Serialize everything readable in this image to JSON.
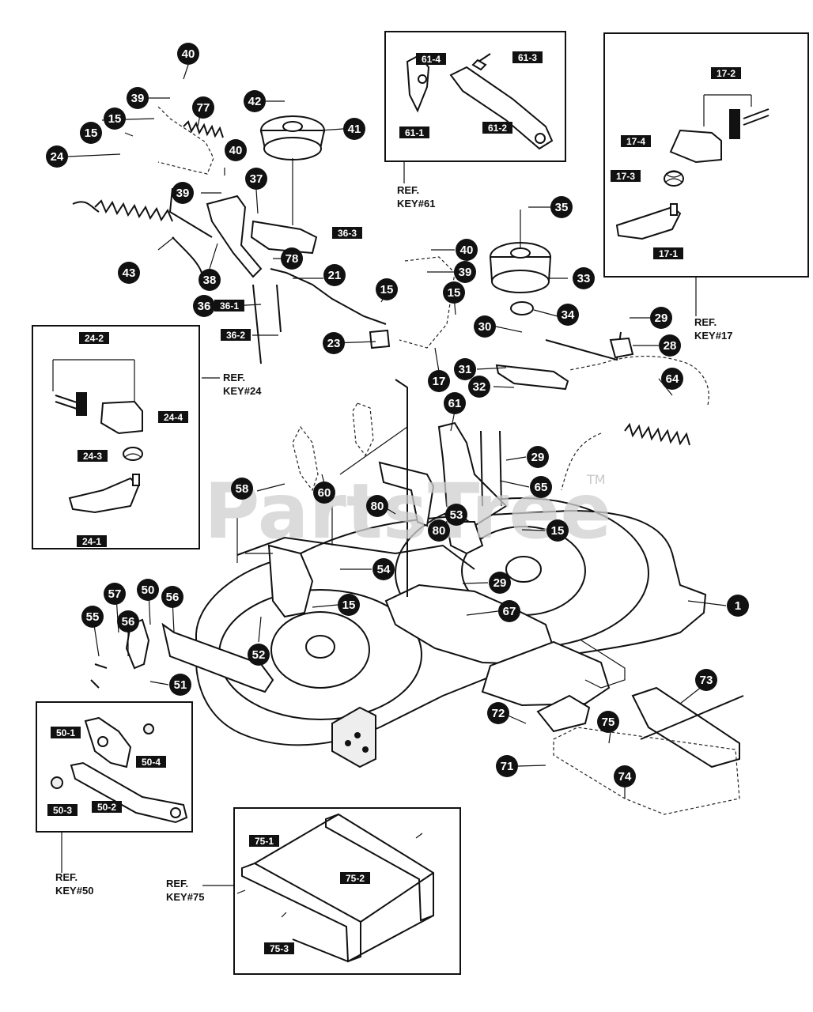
{
  "watermark": {
    "text": "PartsTree",
    "tm": "TM"
  },
  "callouts": [
    {
      "id": "c40a",
      "label": "40"
    },
    {
      "id": "c39a",
      "label": "39"
    },
    {
      "id": "c77",
      "label": "77"
    },
    {
      "id": "c15a",
      "label": "15"
    },
    {
      "id": "c15b",
      "label": "15"
    },
    {
      "id": "c24",
      "label": "24"
    },
    {
      "id": "c42",
      "label": "42"
    },
    {
      "id": "c41",
      "label": "41"
    },
    {
      "id": "c40b",
      "label": "40"
    },
    {
      "id": "c37",
      "label": "37"
    },
    {
      "id": "c39b",
      "label": "39"
    },
    {
      "id": "c43",
      "label": "43"
    },
    {
      "id": "c38",
      "label": "38"
    },
    {
      "id": "c78",
      "label": "78"
    },
    {
      "id": "c21",
      "label": "21"
    },
    {
      "id": "c36",
      "label": "36"
    },
    {
      "id": "c23",
      "label": "23"
    },
    {
      "id": "c40c",
      "label": "40"
    },
    {
      "id": "c39c",
      "label": "39"
    },
    {
      "id": "c15c",
      "label": "15"
    },
    {
      "id": "c15d",
      "label": "15"
    },
    {
      "id": "c17",
      "label": "17"
    },
    {
      "id": "c35",
      "label": "35"
    },
    {
      "id": "c33",
      "label": "33"
    },
    {
      "id": "c34",
      "label": "34"
    },
    {
      "id": "c30",
      "label": "30"
    },
    {
      "id": "c31",
      "label": "31"
    },
    {
      "id": "c32",
      "label": "32"
    },
    {
      "id": "c29a",
      "label": "29"
    },
    {
      "id": "c28",
      "label": "28"
    },
    {
      "id": "c64",
      "label": "64"
    },
    {
      "id": "c61",
      "label": "61"
    },
    {
      "id": "c29b",
      "label": "29"
    },
    {
      "id": "c65",
      "label": "65"
    },
    {
      "id": "c58",
      "label": "58"
    },
    {
      "id": "c60",
      "label": "60"
    },
    {
      "id": "c80a",
      "label": "80"
    },
    {
      "id": "c53",
      "label": "53"
    },
    {
      "id": "c80b",
      "label": "80"
    },
    {
      "id": "c15e",
      "label": "15"
    },
    {
      "id": "c54",
      "label": "54"
    },
    {
      "id": "c29c",
      "label": "29"
    },
    {
      "id": "c1",
      "label": "1"
    },
    {
      "id": "c57",
      "label": "57"
    },
    {
      "id": "c50",
      "label": "50"
    },
    {
      "id": "c56a",
      "label": "56"
    },
    {
      "id": "c55",
      "label": "55"
    },
    {
      "id": "c56b",
      "label": "56"
    },
    {
      "id": "c15f",
      "label": "15"
    },
    {
      "id": "c67",
      "label": "67"
    },
    {
      "id": "c52",
      "label": "52"
    },
    {
      "id": "c51",
      "label": "51"
    },
    {
      "id": "c73",
      "label": "73"
    },
    {
      "id": "c72",
      "label": "72"
    },
    {
      "id": "c75",
      "label": "75"
    },
    {
      "id": "c71",
      "label": "71"
    },
    {
      "id": "c74",
      "label": "74"
    }
  ],
  "tags": [
    {
      "id": "t61-4",
      "label": "61-4"
    },
    {
      "id": "t61-3",
      "label": "61-3"
    },
    {
      "id": "t61-2",
      "label": "61-2"
    },
    {
      "id": "t61-1",
      "label": "61-1"
    },
    {
      "id": "t17-2",
      "label": "17-2"
    },
    {
      "id": "t17-4",
      "label": "17-4"
    },
    {
      "id": "t17-3",
      "label": "17-3"
    },
    {
      "id": "t17-1",
      "label": "17-1"
    },
    {
      "id": "t36-3",
      "label": "36-3"
    },
    {
      "id": "t36-1",
      "label": "36-1"
    },
    {
      "id": "t36-2",
      "label": "36-2"
    },
    {
      "id": "t24-2",
      "label": "24-2"
    },
    {
      "id": "t24-4",
      "label": "24-4"
    },
    {
      "id": "t24-3",
      "label": "24-3"
    },
    {
      "id": "t24-1",
      "label": "24-1"
    },
    {
      "id": "t50-1",
      "label": "50-1"
    },
    {
      "id": "t50-4",
      "label": "50-4"
    },
    {
      "id": "t50-3",
      "label": "50-3"
    },
    {
      "id": "t50-2",
      "label": "50-2"
    },
    {
      "id": "t75-1",
      "label": "75-1"
    },
    {
      "id": "t75-2",
      "label": "75-2"
    },
    {
      "id": "t75-3",
      "label": "75-3"
    }
  ],
  "refs": {
    "r61_1": "REF.",
    "r61_2": "KEY#61",
    "r17_1": "REF.",
    "r17_2": "KEY#17",
    "r24_1": "REF.",
    "r24_2": "KEY#24",
    "r50_1": "REF.",
    "r50_2": "KEY#50",
    "r75_1": "REF.",
    "r75_2": "KEY#75"
  }
}
